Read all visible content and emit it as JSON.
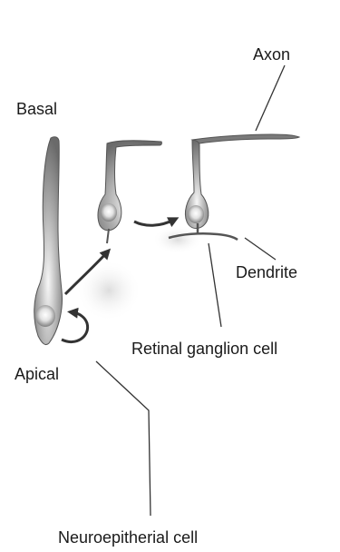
{
  "figure": {
    "labels": {
      "basal": "Basal",
      "axon": "Axon",
      "dendrite": "Dendrite",
      "retinal_ganglion_cell": "Retinal ganglion cell",
      "apical": "Apical",
      "neuroepithelial_cell": "Neuroepitherial cell"
    }
  }
}
